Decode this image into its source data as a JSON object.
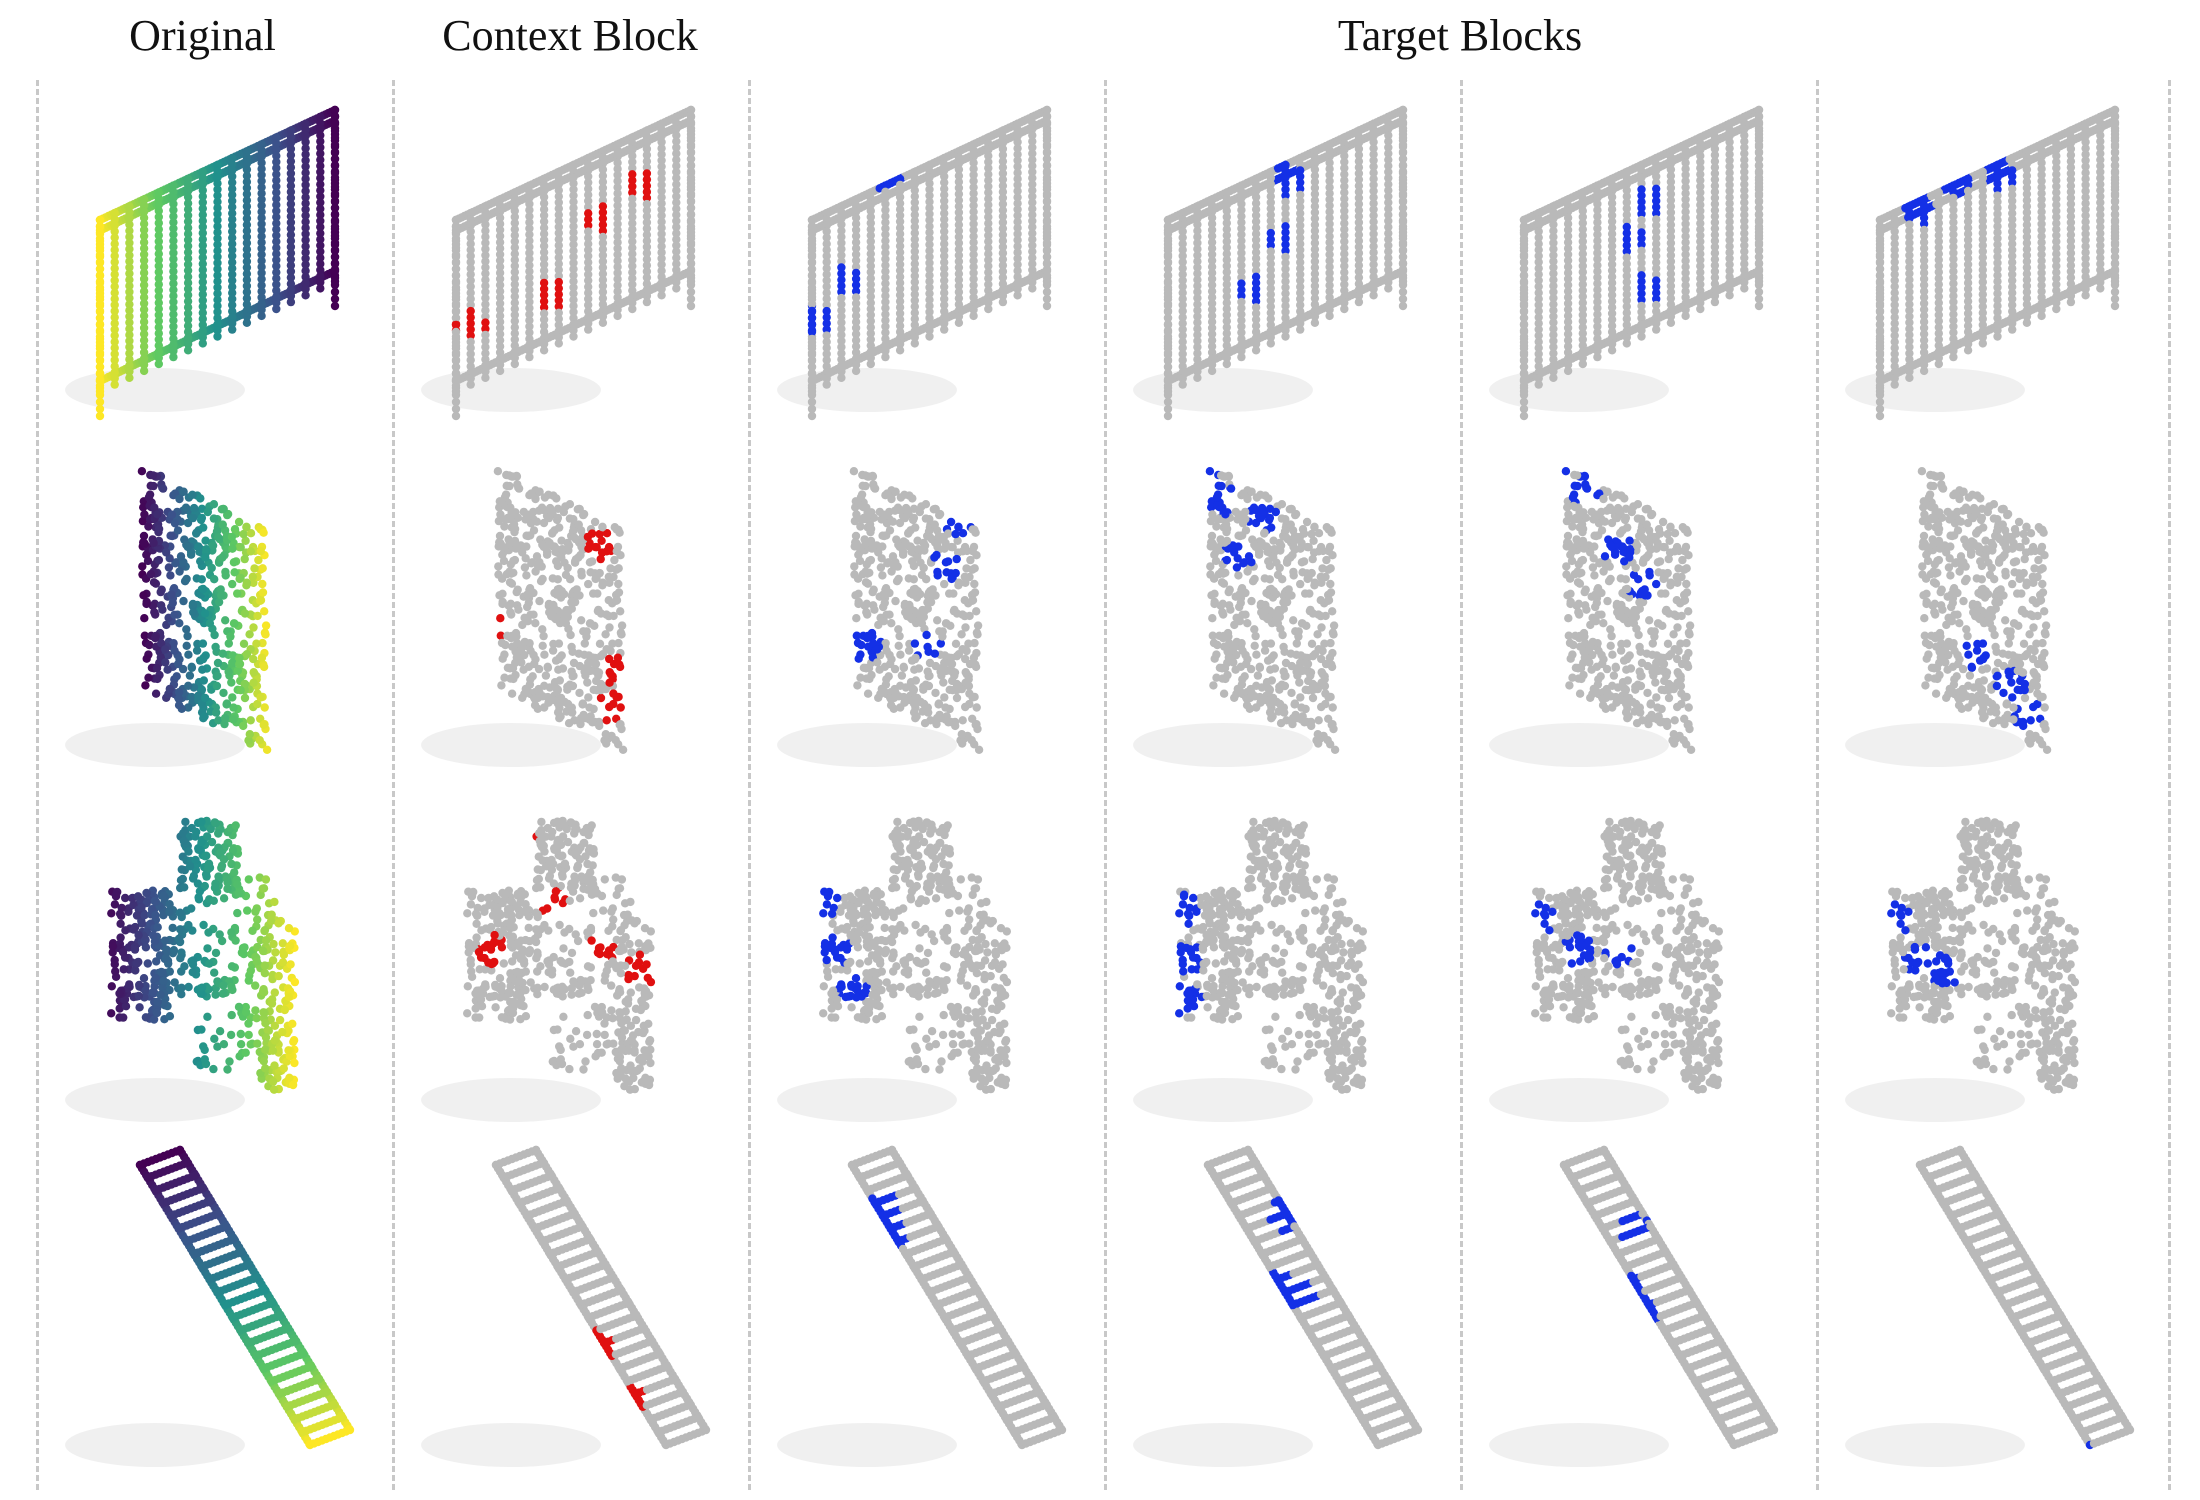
{
  "headers": {
    "original": "Original",
    "context": "Context Block",
    "target": "Target Blocks"
  },
  "colors": {
    "gray_point": "#b9b9b9",
    "context_red": "#e01010",
    "target_blue": "#1430e6",
    "viridis": [
      "#440154",
      "#3b528b",
      "#21918c",
      "#5ec962",
      "#fde725"
    ]
  },
  "rows": [
    {
      "shape": "railing"
    },
    {
      "shape": "panel"
    },
    {
      "shape": "machine"
    },
    {
      "shape": "ladder"
    }
  ],
  "columns": [
    {
      "kind": "original"
    },
    {
      "kind": "context"
    },
    {
      "kind": "target"
    },
    {
      "kind": "target"
    },
    {
      "kind": "target"
    },
    {
      "kind": "target"
    }
  ]
}
